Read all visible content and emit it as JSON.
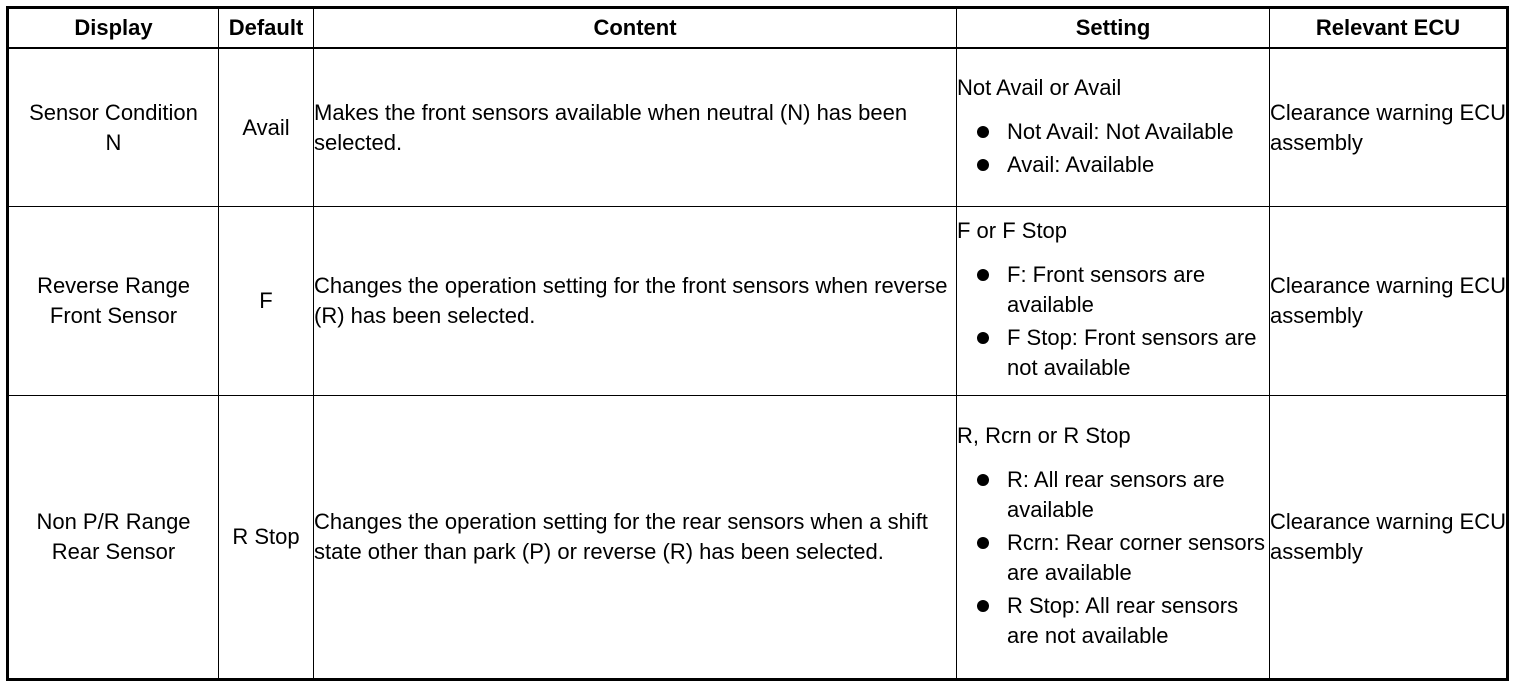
{
  "headers": {
    "display": "Display",
    "default": "Default",
    "content": "Content",
    "setting": "Setting",
    "ecu": "Relevant ECU"
  },
  "rows": [
    {
      "display_l1": "Sensor Condition",
      "display_l2": "N",
      "default": "Avail",
      "content": "Makes the front sensors available when neutral (N) has been selected.",
      "setting_intro": "Not Avail or Avail",
      "options": [
        "Not Avail: Not Available",
        "Avail: Available"
      ],
      "ecu": "Clearance warning ECU assembly"
    },
    {
      "display_l1": "Reverse Range",
      "display_l2": "Front Sensor",
      "default": "F",
      "content": "Changes the operation setting for the front sensors when reverse (R) has been selected.",
      "setting_intro": "F or F Stop",
      "options": [
        "F: Front sensors are available",
        "F Stop: Front sensors are not available"
      ],
      "ecu": "Clearance warning ECU assembly"
    },
    {
      "display_l1": "Non P/R Range",
      "display_l2": "Rear Sensor",
      "default": "R Stop",
      "content": "Changes the operation setting for the rear sensors when a shift state other than park (P) or reverse (R) has been selected.",
      "setting_intro": "R, Rcrn or R Stop",
      "options": [
        "R: All rear sensors are available",
        "Rcrn: Rear corner sensors are available",
        "R Stop: All rear sensors are not available"
      ],
      "ecu": "Clearance warning ECU assembly"
    }
  ]
}
